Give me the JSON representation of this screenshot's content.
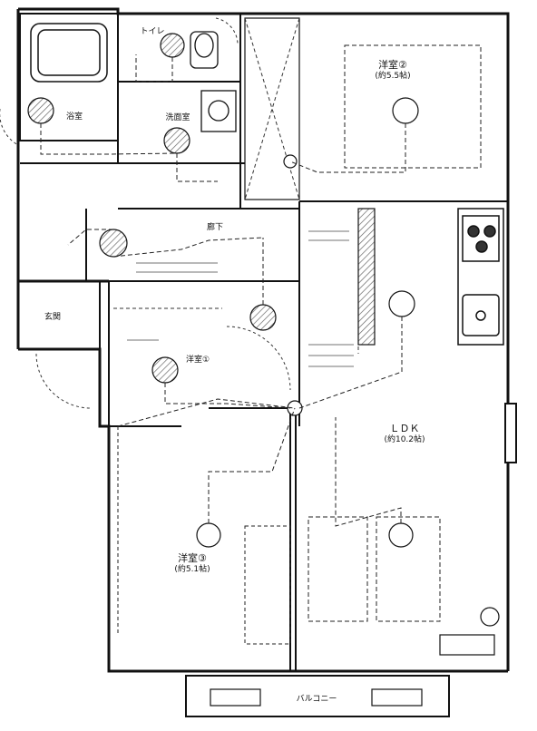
{
  "rooms": {
    "bedroom2": {
      "name": "洋室②",
      "size": "(約5.5帖)"
    },
    "bath": {
      "name": "浴室"
    },
    "toilet": {
      "name": "トイレ"
    },
    "washroom": {
      "name": "洗面室"
    },
    "hallway": {
      "name": "廊下"
    },
    "entrance": {
      "name": "玄関"
    },
    "bedroom1": {
      "name": "洋室①"
    },
    "ldk": {
      "name": "ＬＤＫ",
      "size": "(約10.2帖)"
    },
    "bedroom3": {
      "name": "洋室③",
      "size": "(約5.1帖)"
    },
    "balcony": {
      "name": "バルコニー"
    }
  },
  "legend_colors": {
    "wall": "#111111",
    "light_fixture_fill": "#888888",
    "dashed_wiring": "#222222",
    "background": "#ffffff"
  }
}
